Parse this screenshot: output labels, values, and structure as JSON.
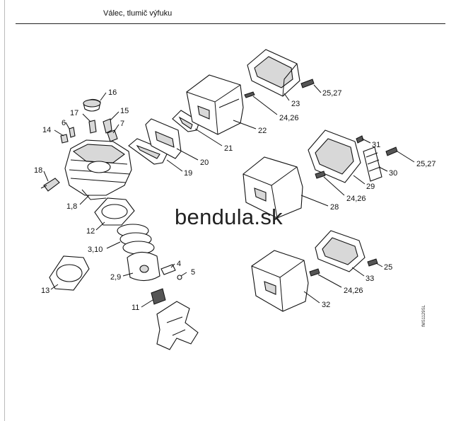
{
  "header": {
    "title": "Válec, tlumič výfuku"
  },
  "watermark": "bendula.sk",
  "drawing_code": "fMS1129SL",
  "callouts": [
    {
      "id": "16",
      "text": "16"
    },
    {
      "id": "17",
      "text": "17"
    },
    {
      "id": "15",
      "text": "15"
    },
    {
      "id": "6",
      "text": "6"
    },
    {
      "id": "7",
      "text": "7"
    },
    {
      "id": "14",
      "text": "14"
    },
    {
      "id": "18",
      "text": "18"
    },
    {
      "id": "1_8",
      "text": "1,8"
    },
    {
      "id": "12",
      "text": "12"
    },
    {
      "id": "3_10",
      "text": "3,10"
    },
    {
      "id": "2_9",
      "text": "2,9"
    },
    {
      "id": "4",
      "text": "4"
    },
    {
      "id": "5",
      "text": "5"
    },
    {
      "id": "13",
      "text": "13"
    },
    {
      "id": "11",
      "text": "11"
    },
    {
      "id": "19",
      "text": "19"
    },
    {
      "id": "20",
      "text": "20"
    },
    {
      "id": "21",
      "text": "21"
    },
    {
      "id": "22",
      "text": "22"
    },
    {
      "id": "24_26_a",
      "text": "24,26"
    },
    {
      "id": "23",
      "text": "23"
    },
    {
      "id": "25_27_a",
      "text": "25,27"
    },
    {
      "id": "31",
      "text": "31"
    },
    {
      "id": "25_27_b",
      "text": "25,27"
    },
    {
      "id": "30",
      "text": "30"
    },
    {
      "id": "29",
      "text": "29"
    },
    {
      "id": "24_26_b",
      "text": "24,26"
    },
    {
      "id": "28",
      "text": "28"
    },
    {
      "id": "25",
      "text": "25"
    },
    {
      "id": "33",
      "text": "33"
    },
    {
      "id": "24_26_c",
      "text": "24,26"
    },
    {
      "id": "32",
      "text": "32"
    }
  ]
}
